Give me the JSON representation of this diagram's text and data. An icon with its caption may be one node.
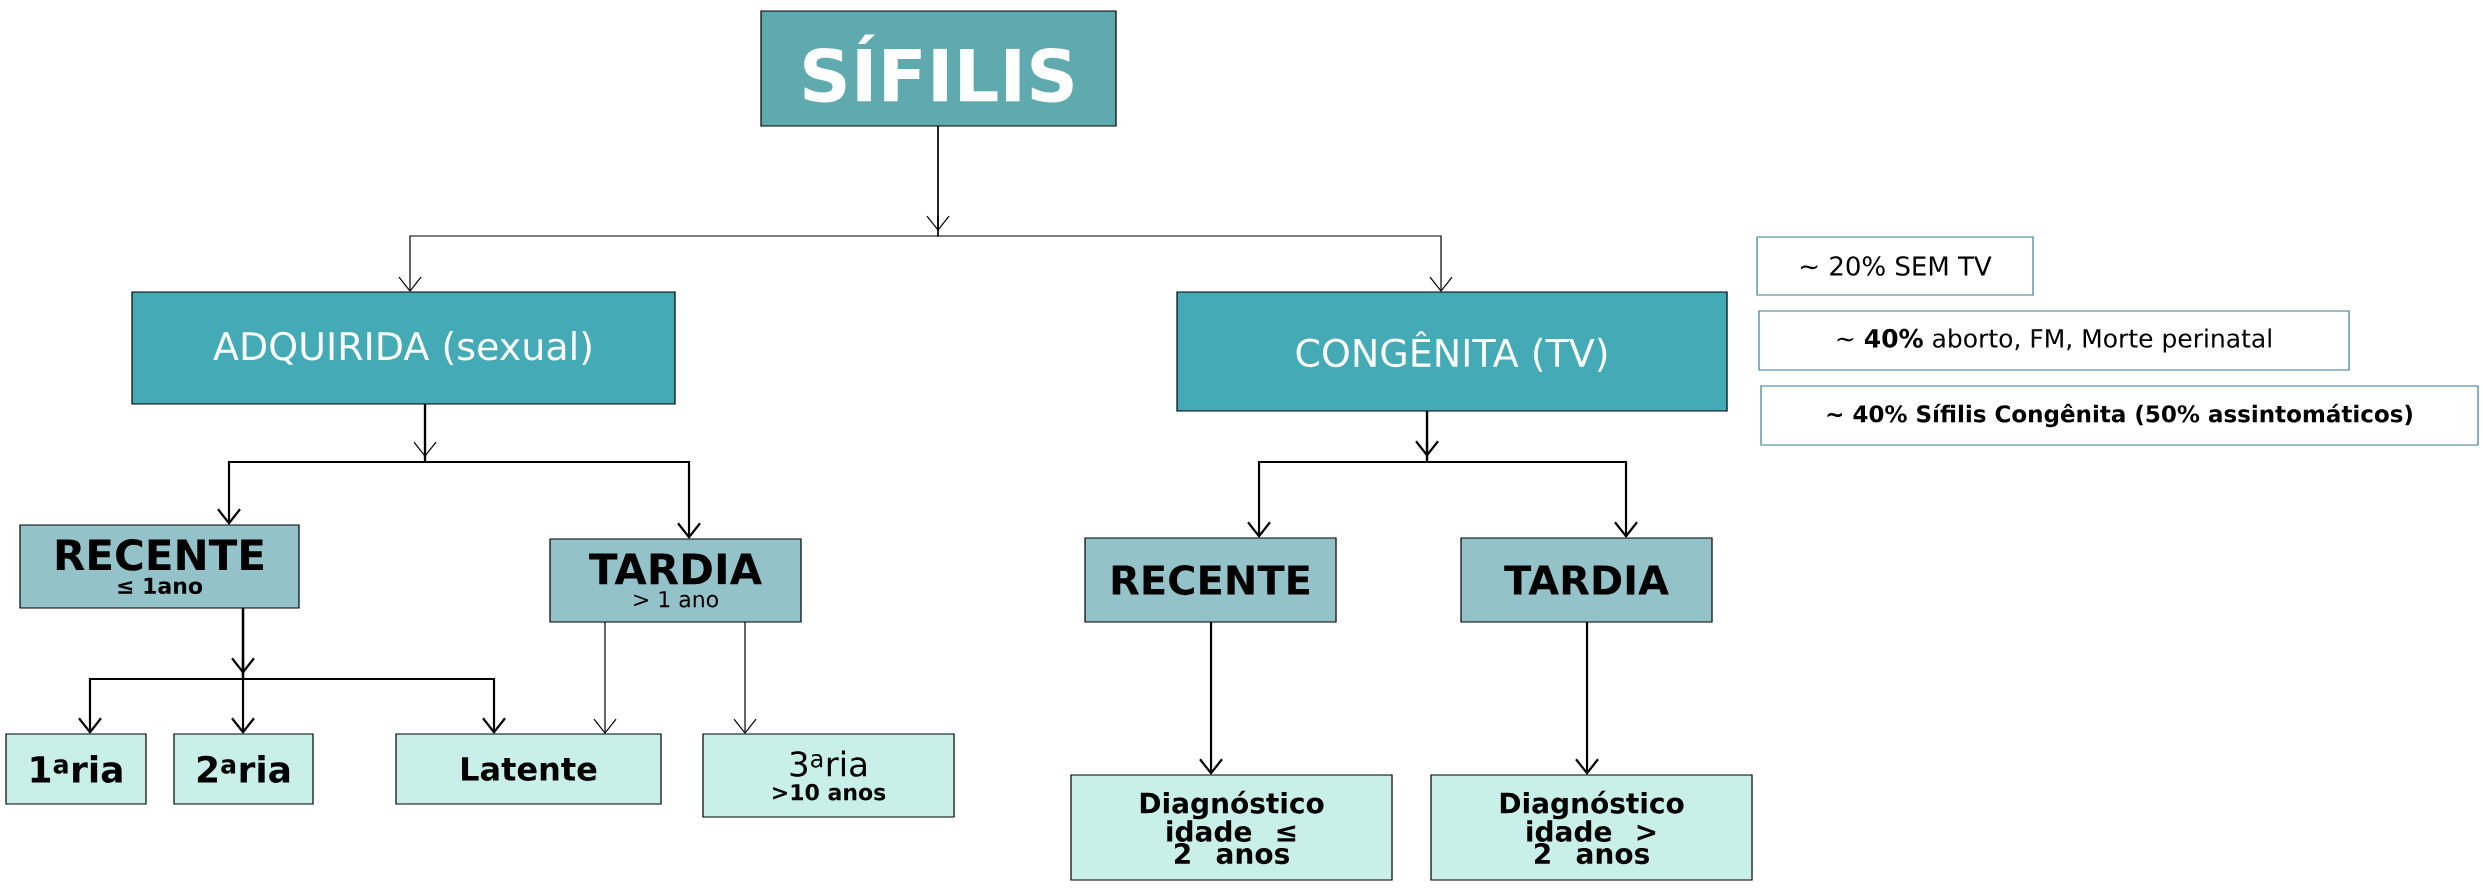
{
  "diagram": {
    "nodes": [
      {
        "text": [
          "SÍFILIS"
        ]
      },
      {
        "text": [
          "ADQUIRIDA (sexual)"
        ]
      },
      {
        "text": [
          "CONGÊNITA (TV)"
        ]
      },
      {
        "text": [
          "RECENTE",
          "≤ 1ano"
        ]
      },
      {
        "text": [
          "TARDIA",
          "> 1 ano"
        ]
      },
      {
        "text": [
          "1$^{a}$ria"
        ]
      },
      {
        "text": [
          "2$^{a}$ria"
        ]
      },
      {
        "text": [
          "Latente"
        ]
      },
      {
        "text": [
          "3$^{a}$ria",
          ">10 anos"
        ]
      },
      {
        "text": [
          "RECENTE"
        ]
      },
      {
        "text": [
          "TARDIA"
        ]
      },
      {
        "text": [
          "Diagnóstico idade ≤ 2 anos"
        ]
      },
      {
        "text": [
          "Diagnóstico idade > 2 anos"
        ]
      },
      {
        "text": [
          "~ 20% SEM TV"
        ]
      },
      {
        "text": [
          "~ **40%** aborto, FM, Morte perinatal"
        ]
      },
      {
        "text": [
          "~ 40% Sífilis Congênita (50% assintomáticos)"
        ]
      }
    ],
    "edges": [
      {
        "from": 0,
        "to": 1,
        "arrow": "to"
      },
      {
        "from": 0,
        "to": 2,
        "arrow": "to"
      },
      {
        "from": 1,
        "to": 3,
        "arrow": "to"
      },
      {
        "from": 1,
        "to": 4,
        "arrow": "to"
      },
      {
        "from": 2,
        "to": 9,
        "arrow": "to"
      },
      {
        "from": 2,
        "to": 10,
        "arrow": "to"
      },
      {
        "from": 3,
        "to": 5,
        "arrow": "to"
      },
      {
        "from": 3,
        "to": 6,
        "arrow": "to"
      },
      {
        "from": 3,
        "to": 7,
        "arrow": "to"
      },
      {
        "from": 4,
        "to": 7,
        "arrow": "to"
      },
      {
        "from": 4,
        "to": 8,
        "arrow": "to"
      },
      {
        "from": 9,
        "to": 11,
        "arrow": "to"
      },
      {
        "from": 10,
        "to": 12,
        "arrow": "to"
      }
    ]
  }
}
